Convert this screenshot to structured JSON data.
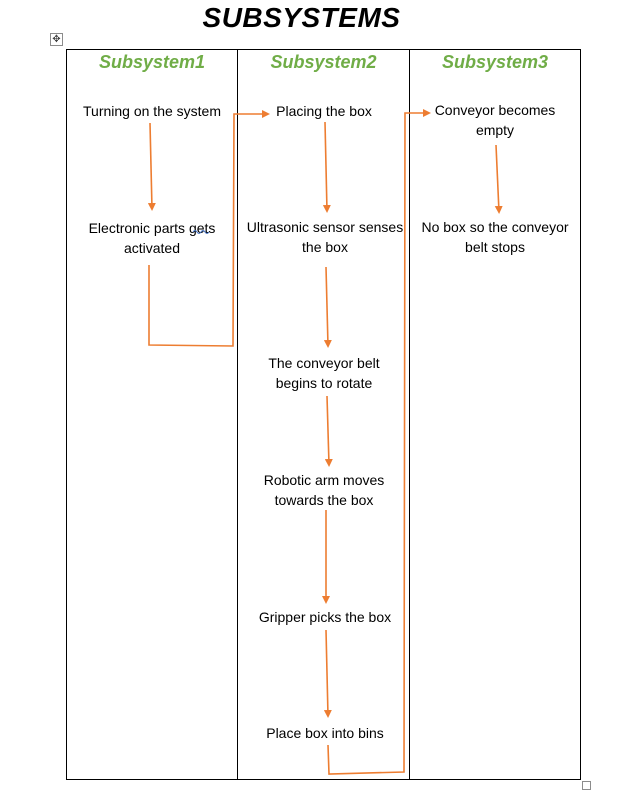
{
  "title": "SUBSYSTEMS",
  "colors": {
    "header": "#70ad47",
    "arrow": "#ed7d31",
    "border": "#000000"
  },
  "icons": {
    "move_handle": "four-way-arrow",
    "resize_handle": "square"
  },
  "columns": [
    {
      "header": "Subsystem1",
      "steps": [
        "Turning on the system",
        "Electronic parts gets activated"
      ]
    },
    {
      "header": "Subsystem2",
      "steps": [
        "Placing the box",
        "Ultrasonic sensor senses the box",
        "The conveyor belt begins to rotate",
        "Robotic arm moves towards the box",
        "Gripper picks the box",
        "Place box into bins"
      ]
    },
    {
      "header": "Subsystem3",
      "steps": [
        "Conveyor becomes empty",
        "No box so the conveyor belt stops"
      ]
    }
  ]
}
